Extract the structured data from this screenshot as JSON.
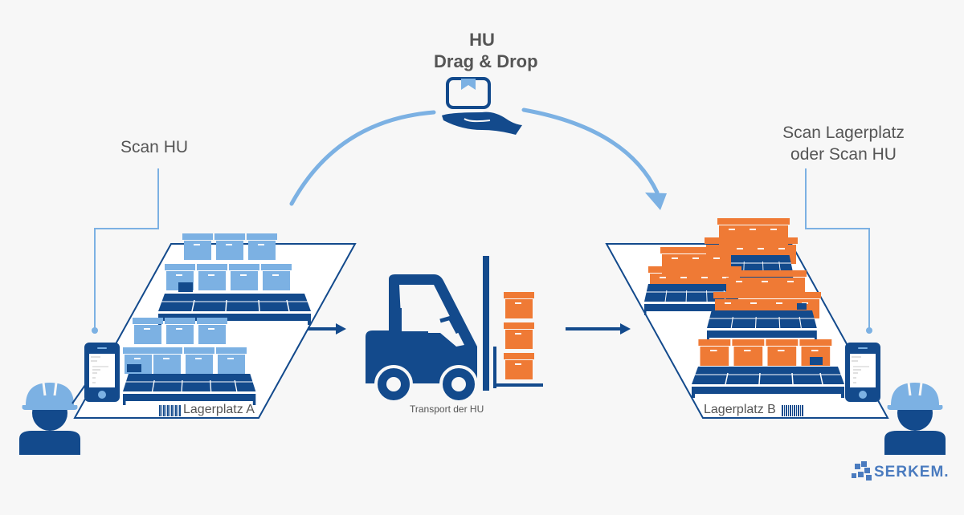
{
  "title": {
    "line1": "HU",
    "line2": "Drag & Drop"
  },
  "labels": {
    "scan_left": "Scan HU",
    "scan_right_line1": "Scan Lagerplatz",
    "scan_right_line2": "oder Scan HU",
    "location_a": "Lagerplatz A",
    "location_b": "Lagerplatz B",
    "transport": "Transport der HU"
  },
  "brand": {
    "name": "SERKEM."
  },
  "icons": [
    "hand-box-icon",
    "worker-icon",
    "phone-scanner-icon",
    "forklift-icon",
    "barcode-icon",
    "pallet-boxes-icon",
    "arrow-right-icon",
    "curved-arrow-icon",
    "serkem-logo-icon"
  ],
  "colors": {
    "background": "#f7f7f7",
    "dark_blue": "#134a8c",
    "light_blue": "#7cb1e3",
    "orange": "#ef7a35",
    "text": "#555555",
    "brand": "#4a7bbf"
  }
}
